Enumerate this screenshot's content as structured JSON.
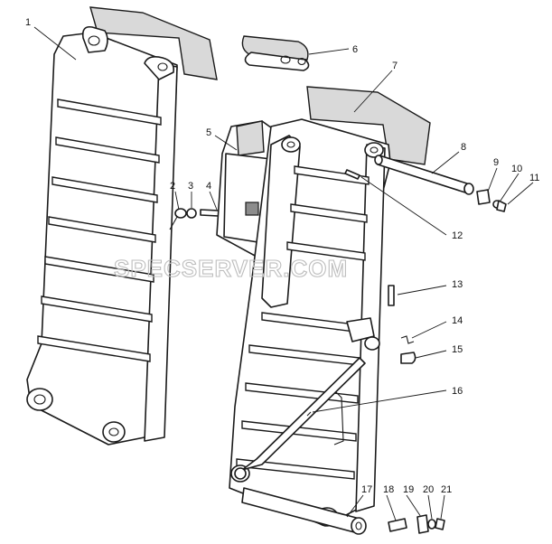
{
  "watermark": "SPECSERVER.COM",
  "callouts": [
    {
      "label": "1"
    },
    {
      "label": "2"
    },
    {
      "label": "3"
    },
    {
      "label": "4"
    },
    {
      "label": "5"
    },
    {
      "label": "6"
    },
    {
      "label": "7"
    },
    {
      "label": "8"
    },
    {
      "label": "9"
    },
    {
      "label": "10"
    },
    {
      "label": "11"
    },
    {
      "label": "12"
    },
    {
      "label": "13"
    },
    {
      "label": "14"
    },
    {
      "label": "15"
    },
    {
      "label": "16"
    },
    {
      "label": "17"
    },
    {
      "label": "18"
    },
    {
      "label": "19"
    },
    {
      "label": "20"
    },
    {
      "label": "21"
    }
  ]
}
